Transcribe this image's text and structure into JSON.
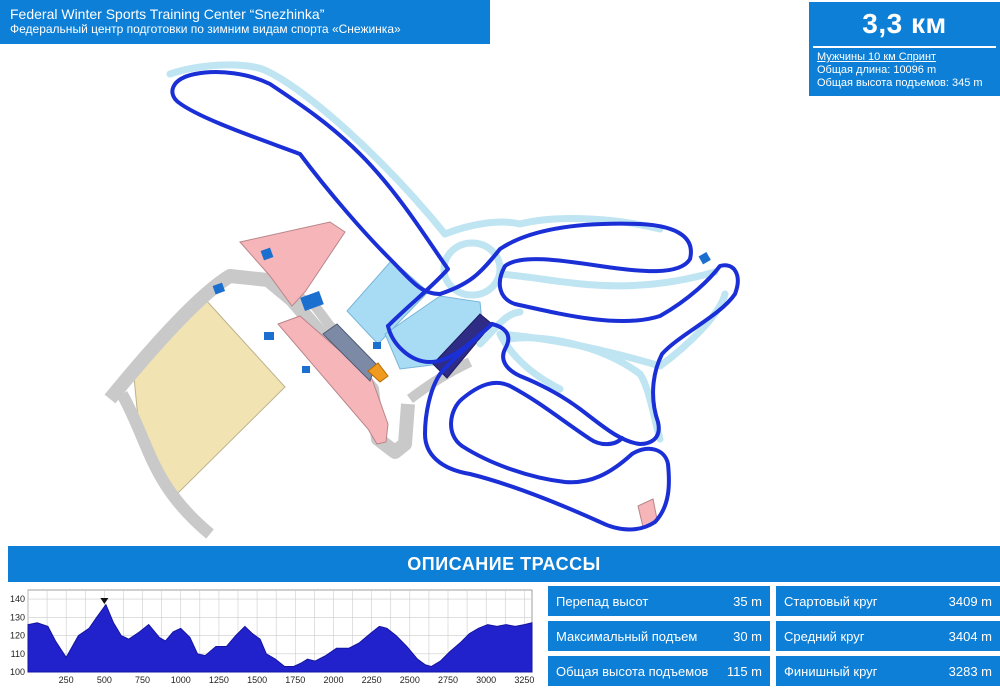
{
  "header": {
    "title_en": "Federal Winter Sports Training Center “Snezhinka”",
    "title_ru": "Федеральный центр подготовки по зимним видам спорта «Снежинка»"
  },
  "distance": {
    "value": "3,3 км",
    "race": "Мужчины 10 км Спринт",
    "total_length": "Общая длина: 10096 m",
    "total_climb": "Общая высота подъемов: 345 m"
  },
  "section_title": "ОПИСАНИЕ ТРАССЫ",
  "colors": {
    "panel_blue": "#0d7fd6",
    "route_blue": "#1a2fd6",
    "track_light": "#bfe4f2",
    "building_pink": "#f6b5b9",
    "field_tan": "#f2e3b3",
    "road_gray": "#c9c9c9"
  },
  "stats": [
    {
      "label": "Перепад высот",
      "value": "35 m"
    },
    {
      "label": "Стартовый круг",
      "value": "3409 m"
    },
    {
      "label": "Максимальный подъем",
      "value": "30 m"
    },
    {
      "label": "Средний круг",
      "value": "3404 m"
    },
    {
      "label": "Общая высота подъемов",
      "value": "115 m"
    },
    {
      "label": "Финишный круг",
      "value": "3283 m"
    }
  ],
  "chart_data": {
    "type": "area",
    "x_ticks": [
      250,
      500,
      750,
      1000,
      1250,
      1500,
      1750,
      2000,
      2250,
      2500,
      2750,
      3000,
      3250
    ],
    "y_ticks": [
      100,
      110,
      120,
      130,
      140
    ],
    "xlim": [
      0,
      3300
    ],
    "ylim": [
      100,
      145
    ],
    "grid": true,
    "marker_x": 500,
    "x": [
      0,
      60,
      130,
      180,
      250,
      330,
      400,
      450,
      510,
      560,
      610,
      660,
      730,
      790,
      860,
      900,
      950,
      1000,
      1060,
      1110,
      1160,
      1230,
      1300,
      1360,
      1420,
      1470,
      1520,
      1560,
      1620,
      1680,
      1740,
      1790,
      1830,
      1880,
      1950,
      2020,
      2100,
      2170,
      2240,
      2300,
      2350,
      2410,
      2480,
      2550,
      2600,
      2640,
      2700,
      2760,
      2830,
      2890,
      2950,
      3010,
      3070,
      3130,
      3190,
      3250,
      3300
    ],
    "y": [
      126,
      127,
      125,
      117,
      108,
      120,
      124,
      130,
      137,
      127,
      120,
      118,
      122,
      126,
      119,
      117,
      122,
      124,
      119,
      110,
      109,
      114,
      114,
      120,
      125,
      121,
      118,
      110,
      107,
      103,
      103,
      105,
      107,
      106,
      109,
      113,
      113,
      116,
      121,
      125,
      124,
      120,
      114,
      107,
      104,
      103,
      106,
      111,
      116,
      121,
      124,
      126,
      125,
      126,
      125,
      126,
      127
    ]
  }
}
